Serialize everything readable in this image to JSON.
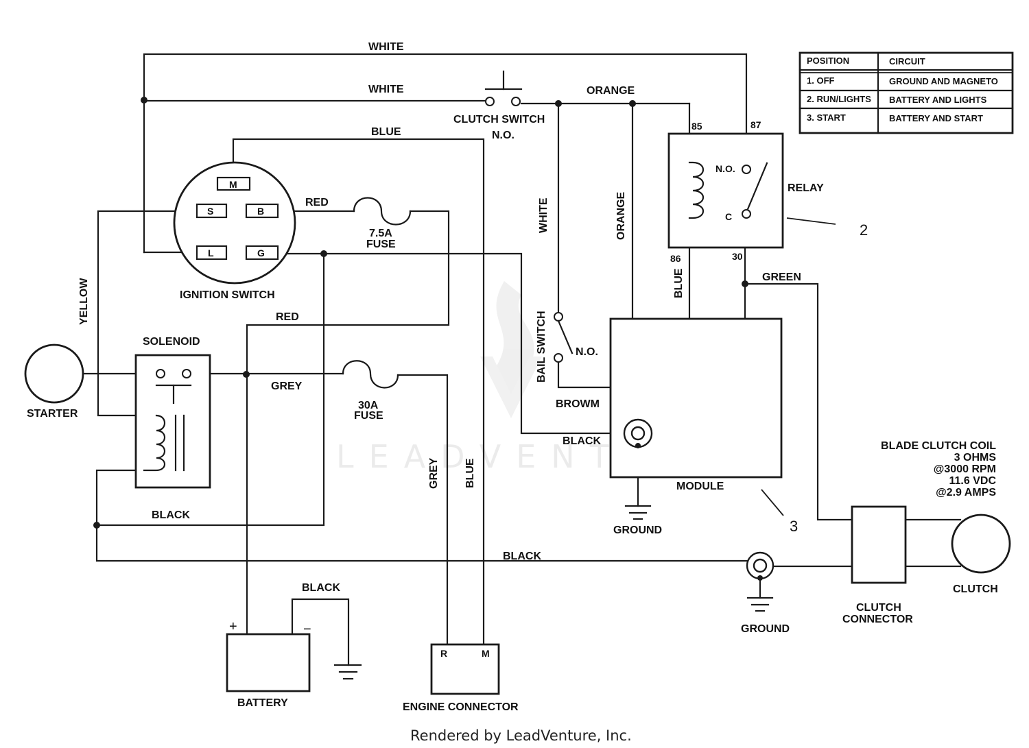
{
  "watermark": "LEADVENTURE",
  "footer": "Rendered by LeadVenture, Inc.",
  "wires": {
    "white_top": "WHITE",
    "white_mid": "WHITE",
    "orange_top": "ORANGE",
    "blue_top": "BLUE",
    "red_b": "RED",
    "red_mid": "RED",
    "yellow": "YELLOW",
    "grey_mid": "GREY",
    "black_left": "BLACK",
    "black_bottom": "BLACK",
    "black_battery": "BLACK",
    "black_module": "BLACK",
    "white_vertical": "WHITE",
    "orange_vertical": "ORANGE",
    "blue_relay": "BLUE",
    "green": "GREEN",
    "brown": "BROWM",
    "grey_vertical": "GREY",
    "blue_vertical": "BLUE"
  },
  "components": {
    "clutch_switch": "CLUTCH SWITCH",
    "clutch_switch_no": "N.O.",
    "ignition_switch": "IGNITION SWITCH",
    "ign_m": "M",
    "ign_s": "S",
    "ign_b": "B",
    "ign_l": "L",
    "ign_g": "G",
    "fuse1_a": "7.5A",
    "fuse1_b": "FUSE",
    "fuse2_a": "30A",
    "fuse2_b": "FUSE",
    "solenoid": "SOLENOID",
    "starter": "STARTER",
    "relay": "RELAY",
    "relay_no": "N.O.",
    "relay_c": "C",
    "pin85": "85",
    "pin87": "87",
    "pin86": "86",
    "pin30": "30",
    "bail_switch": "BAIL SWITCH",
    "bail_no": "N.O.",
    "module": "MODULE",
    "ground_module": "GROUND",
    "ground_bottom": "GROUND",
    "battery": "BATTERY",
    "plus": "+",
    "minus": "−",
    "engine_connector": "ENGINE CONNECTOR",
    "ec_r": "R",
    "ec_m": "M",
    "clutch_connector_a": "CLUTCH",
    "clutch_connector_b": "CONNECTOR",
    "clutch": "CLUTCH",
    "callout_2": "2",
    "callout_3": "3"
  },
  "blade_clutch_coil": [
    "BLADE CLUTCH COIL",
    "3 OHMS",
    "@3000 RPM",
    "11.6 VDC",
    "@2.9 AMPS"
  ],
  "position_table": {
    "headers": [
      "POSITION",
      "CIRCUIT"
    ],
    "rows": [
      [
        "1. OFF",
        "GROUND AND MAGNETO"
      ],
      [
        "2. RUN/LIGHTS",
        "BATTERY AND LIGHTS"
      ],
      [
        "3. START",
        "BATTERY AND START"
      ]
    ]
  }
}
